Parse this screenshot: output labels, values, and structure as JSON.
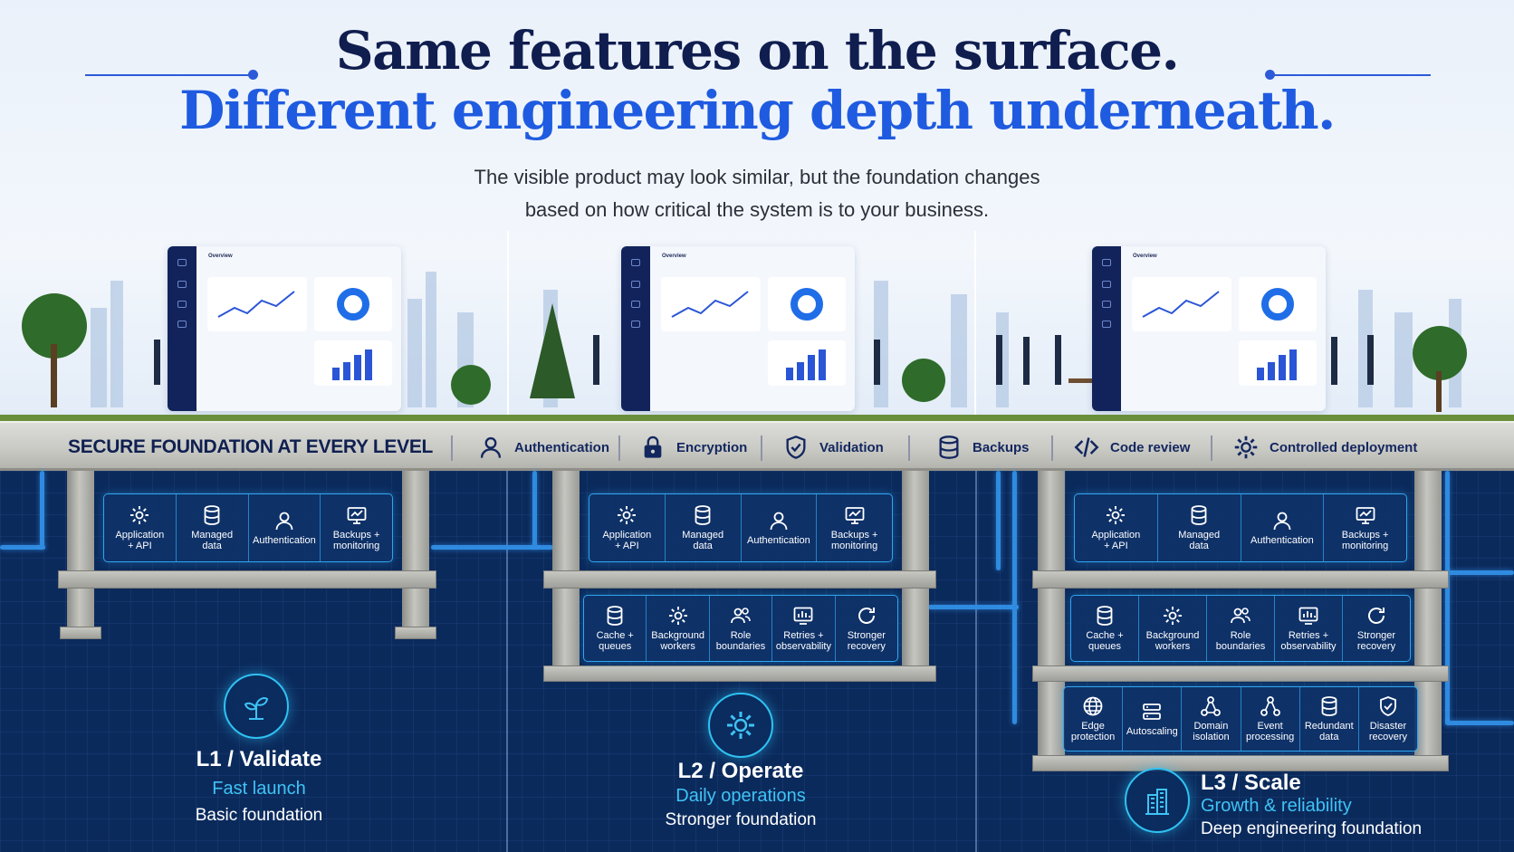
{
  "header": {
    "line1": "Same features on the surface.",
    "line2": "Different engineering depth underneath.",
    "subtitle_1": "The visible product may look similar, but the foundation changes",
    "subtitle_2": "based on how critical the system is to your business."
  },
  "dashboard": {
    "title": "Overview"
  },
  "foundation": {
    "title": "SECURE FOUNDATION AT EVERY LEVEL",
    "features": [
      {
        "label": "Authentication",
        "icon": "user-icon"
      },
      {
        "label": "Encryption",
        "icon": "lock-icon"
      },
      {
        "label": "Validation",
        "icon": "shield-check-icon"
      },
      {
        "label": "Backups",
        "icon": "database-icon"
      },
      {
        "label": "Code review",
        "icon": "code-icon"
      },
      {
        "label": "Controlled deployment",
        "icon": "gear-icon"
      }
    ]
  },
  "layers": {
    "base": [
      {
        "label": "Application\n+ API",
        "icon": "gear-icon"
      },
      {
        "label": "Managed\ndata",
        "icon": "database-icon"
      },
      {
        "label": "Authentication",
        "icon": "user-icon"
      },
      {
        "label": "Backups +\nmonitoring",
        "icon": "monitor-icon"
      }
    ],
    "operate": [
      {
        "label": "Cache +\nqueues",
        "icon": "database-icon"
      },
      {
        "label": "Background\nworkers",
        "icon": "gear-icon"
      },
      {
        "label": "Role\nboundaries",
        "icon": "users-icon"
      },
      {
        "label": "Retries +\nobservability",
        "icon": "chart-icon"
      },
      {
        "label": "Stronger\nrecovery",
        "icon": "refresh-icon"
      }
    ],
    "scale": [
      {
        "label": "Edge\nprotection",
        "icon": "globe-icon"
      },
      {
        "label": "Autoscaling",
        "icon": "server-icon"
      },
      {
        "label": "Domain\nisolation",
        "icon": "network-icon"
      },
      {
        "label": "Event\nprocessing",
        "icon": "network-icon"
      },
      {
        "label": "Redundant\ndata",
        "icon": "database-icon"
      },
      {
        "label": "Disaster\nrecovery",
        "icon": "shield-check-icon"
      }
    ]
  },
  "levels": [
    {
      "name": "L1 / Validate",
      "tagline": "Fast launch",
      "description": "Basic foundation",
      "icon": "sprout-icon"
    },
    {
      "name": "L2 / Operate",
      "tagline": "Daily operations",
      "description": "Stronger foundation",
      "icon": "gear-icon"
    },
    {
      "name": "L3 / Scale",
      "tagline": "Growth & reliability",
      "description": "Deep engineering foundation",
      "icon": "building-icon"
    }
  ],
  "colors": {
    "headline_dark": "#0f1d4f",
    "headline_blue": "#1f5be0",
    "underground": "#0b2a5c",
    "neon_accent": "#2fa6ee",
    "tagline": "#3fc3f5"
  }
}
